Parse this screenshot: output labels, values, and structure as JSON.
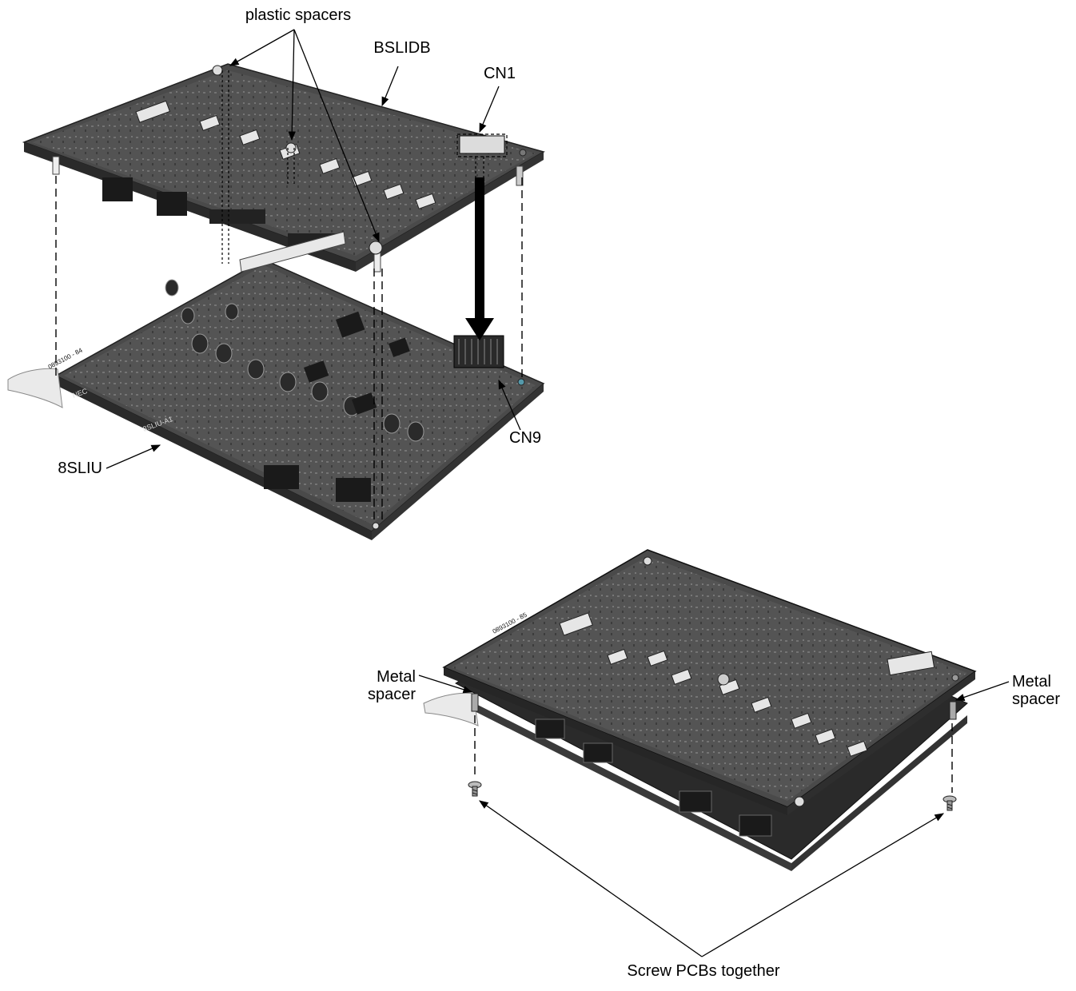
{
  "labels": {
    "plastic_spacers": "plastic spacers",
    "bslidb": "BSLIDB",
    "cn1": "CN1",
    "cn9": "CN9",
    "slu": "8SLIU",
    "metal_spacer_left_1": "Metal",
    "metal_spacer_left_2": "spacer",
    "metal_spacer_right_1": "Metal",
    "metal_spacer_right_2": "spacer",
    "screw_pcbs": "Screw PCBs together"
  },
  "figure_ids": {
    "top": "0893100 - 84",
    "bottom": "0893100 - 85"
  },
  "board_marks": {
    "brand": "NEC",
    "part": "8SLIU-A1"
  },
  "colors": {
    "board_dark": "#3a3a3a",
    "board_mid": "#5a5a5a",
    "board_light": "#8a8a8a",
    "component": "#1e1e1e",
    "white_part": "#e8e8e8",
    "line": "#000000"
  }
}
